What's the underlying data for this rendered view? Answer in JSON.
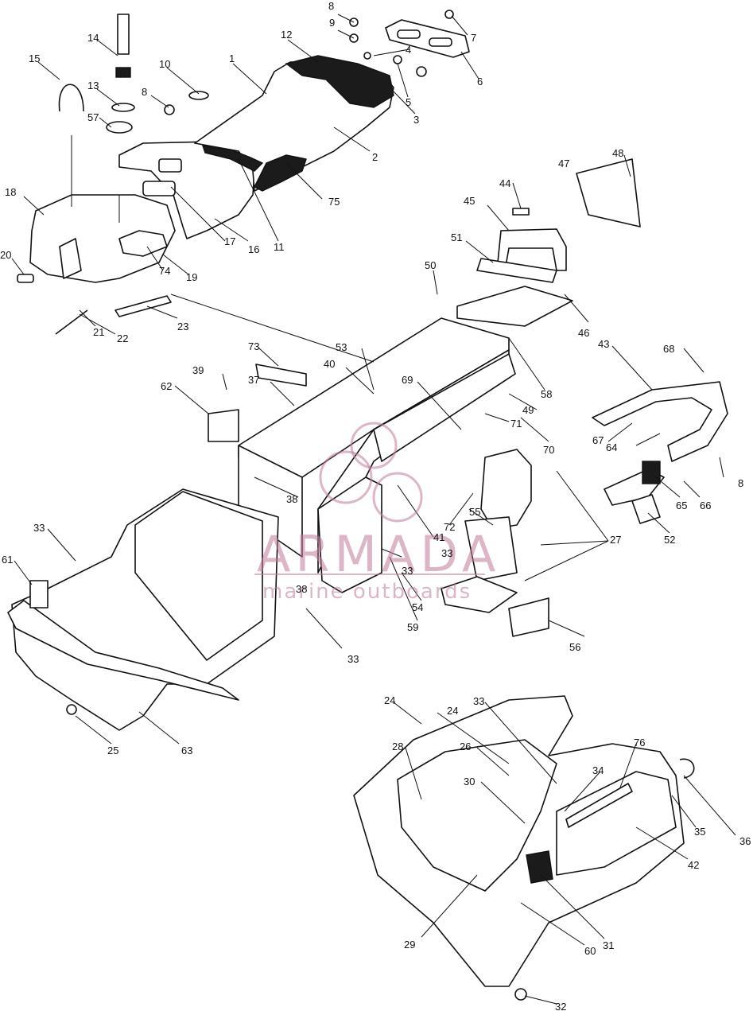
{
  "watermark": {
    "brand": "ARMADA",
    "tagline": "marine outboards"
  },
  "callouts": {
    "c1": "1",
    "c2": "2",
    "c3": "3",
    "c4": "4",
    "c5": "5",
    "c6": "6",
    "c7": "7",
    "c8a": "8",
    "c8b": "8",
    "c8c": "8",
    "c9": "9",
    "c10": "10",
    "c11": "11",
    "c12": "12",
    "c13": "13",
    "c14": "14",
    "c15": "15",
    "c16": "16",
    "c17": "17",
    "c18": "18",
    "c19": "19",
    "c20": "20",
    "c21": "21",
    "c22": "22",
    "c23": "23",
    "c24a": "24",
    "c24b": "24",
    "c25": "25",
    "c26": "26",
    "c27": "27",
    "c28": "28",
    "c29": "29",
    "c30": "30",
    "c31": "31",
    "c32": "32",
    "c33a": "33",
    "c33b": "33",
    "c33c": "33",
    "c33d": "33",
    "c33e": "33",
    "c34": "34",
    "c35": "35",
    "c36": "36",
    "c37": "37",
    "c38": "38",
    "c38b": "38",
    "c39": "39",
    "c40": "40",
    "c41": "41",
    "c42": "42",
    "c43": "43",
    "c44": "44",
    "c45": "45",
    "c46": "46",
    "c47": "47",
    "c48": "48",
    "c49": "49",
    "c50": "50",
    "c51": "51",
    "c52": "52",
    "c53": "53",
    "c54": "54",
    "c55": "55",
    "c56": "56",
    "c57": "57",
    "c58": "58",
    "c59": "59",
    "c60": "60",
    "c61": "61",
    "c62": "62",
    "c63": "63",
    "c64": "64",
    "c65": "65",
    "c66": "66",
    "c67": "67",
    "c68": "68",
    "c69": "69",
    "c70": "70",
    "c71": "71",
    "c72": "72",
    "c73": "73",
    "c74": "74",
    "c75": "75",
    "c76": "76"
  }
}
